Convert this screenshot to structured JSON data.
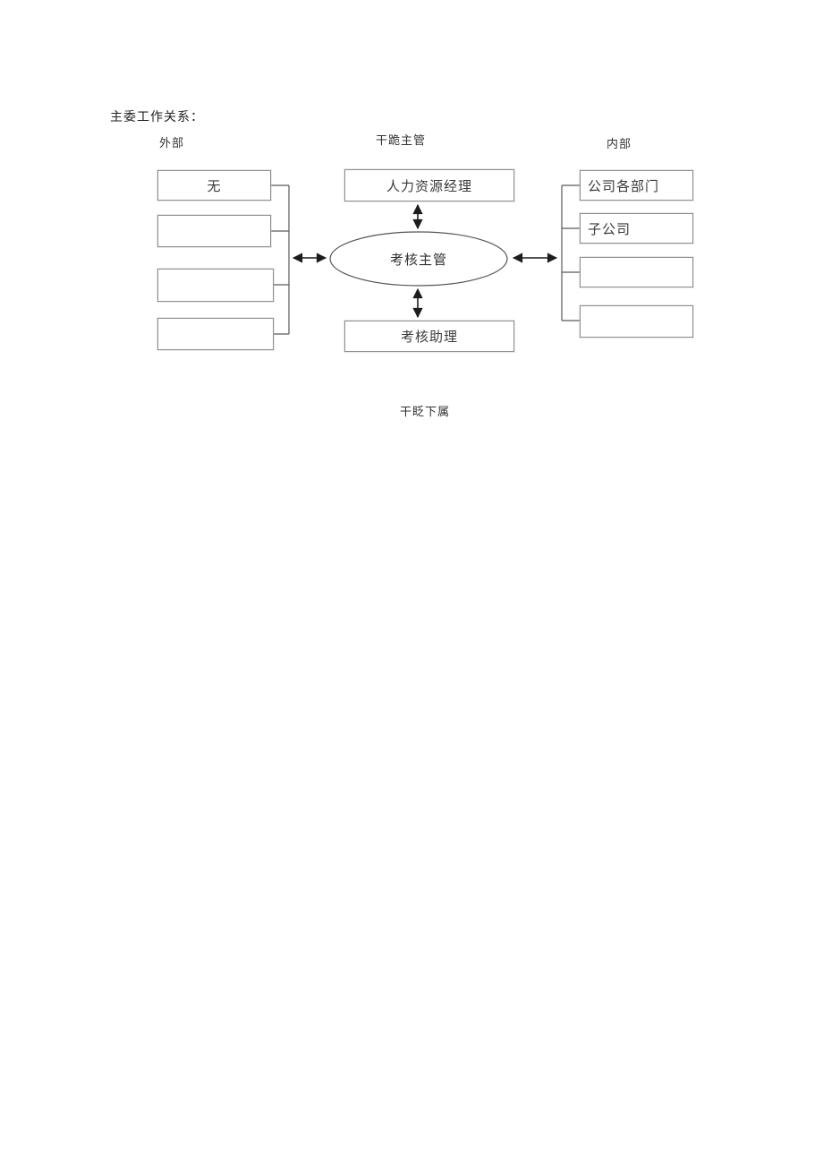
{
  "page": {
    "title": "主委工作关系："
  },
  "diagram": {
    "headers": {
      "left": "外部",
      "center": "干跪主管",
      "right": "内部"
    },
    "center": {
      "top_box": "人力资源经理",
      "ellipse": "考核主管",
      "bottom_box": "考核助理",
      "bottom_label": "干眨下属"
    },
    "left_boxes": [
      {
        "label": "无"
      },
      {
        "label": ""
      },
      {
        "label": ""
      },
      {
        "label": ""
      }
    ],
    "right_boxes": [
      {
        "label": "公司各部门"
      },
      {
        "label": "子公司"
      },
      {
        "label": ""
      },
      {
        "label": ""
      }
    ],
    "colors": {
      "box_border": "#8f8f8f",
      "line": "#1c1c1c",
      "text": "#3a3a3a"
    }
  }
}
